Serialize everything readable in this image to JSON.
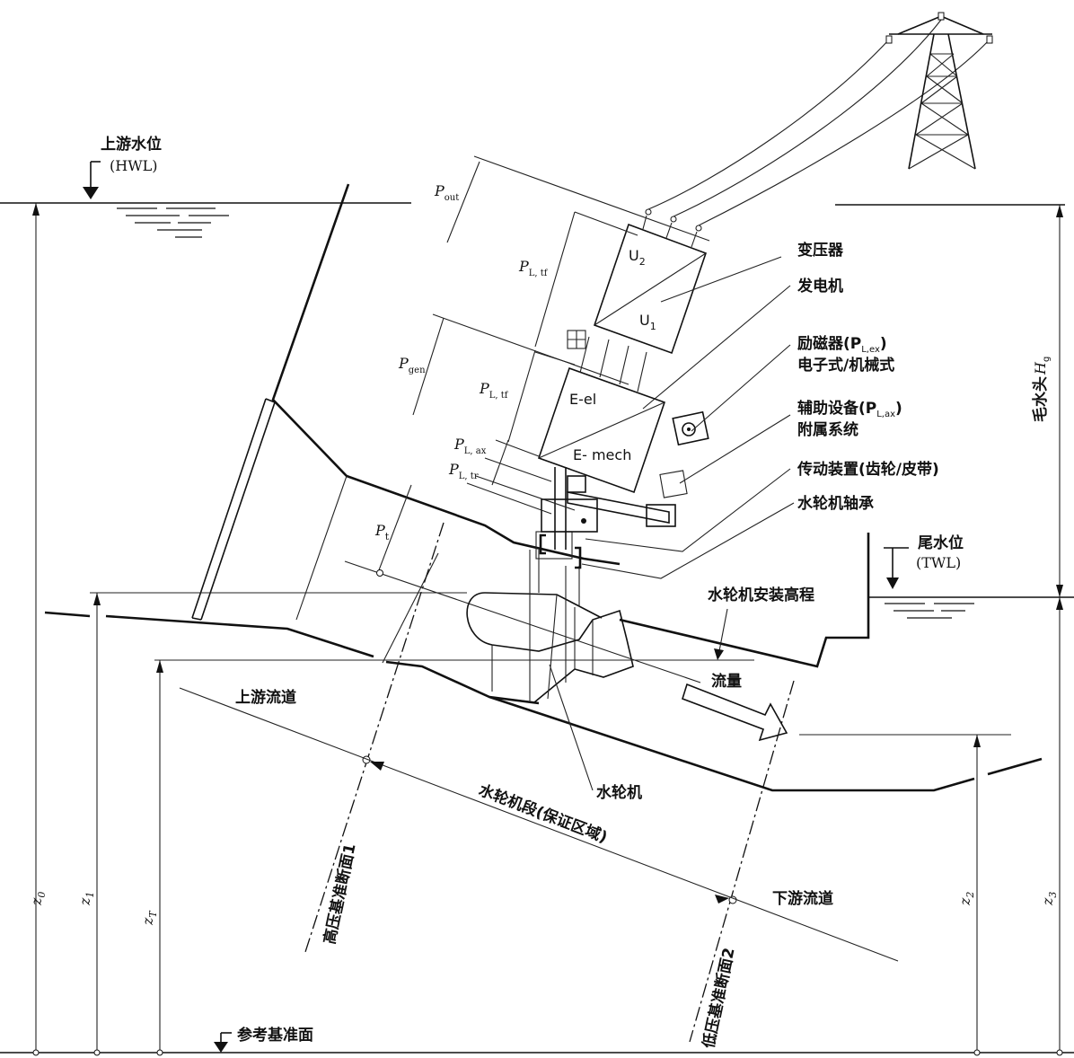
{
  "labels": {
    "upstream_level": "上游水位",
    "hwl": "(HWL)",
    "tailwater_level": "尾水位",
    "twl": "(TWL)",
    "transformer": "变压器",
    "generator": "发电机",
    "exciter": "励磁器(P",
    "exciter_sub": "L,ex",
    "exciter_type": "电子式/机械式",
    "auxiliary": "辅助设备(P",
    "auxiliary_sub": "L,ax",
    "auxiliary_system": "附属系统",
    "transmission": "传动装置(齿轮/皮带)",
    "turbine_bearing": "水轮机轴承",
    "turbine_elevation": "水轮机安装高程",
    "flow": "流量",
    "upstream_channel": "上游流道",
    "turbine": "水轮机",
    "turbine_section": "水轮机段(保证区域)",
    "downstream_channel": "下游流道",
    "high_pressure_section": "高压基准断面1",
    "low_pressure_section": "低压基准断面2",
    "reference_datum": "参考基准面",
    "gross_head": "毛水头",
    "gross_head_symbol": "H",
    "gross_head_sub": "g"
  },
  "box_labels": {
    "u2": "U",
    "u2_sub": "2",
    "u1": "U",
    "u1_sub": "1",
    "e_el": "E-el",
    "e_mech": "E- mech"
  },
  "power_labels": {
    "p_out": "P",
    "p_out_sub": "out",
    "p_l_tf_top": "P",
    "p_l_tf_top_sub": "L, tf",
    "p_gen": "P",
    "p_gen_sub": "gen",
    "p_l_tf": "P",
    "p_l_tf_sub": "L, tf",
    "p_l_ax": "P",
    "p_l_ax_sub": "L, ax",
    "p_l_tr": "P",
    "p_l_tr_sub": "L, tr",
    "p_t": "P",
    "p_t_sub": "t"
  },
  "elevations": {
    "z0": "z",
    "z0_sub": "0",
    "z1": "z",
    "z1_sub": "1",
    "zt": "z",
    "zt_sub": "T",
    "z2": "z",
    "z2_sub": "2",
    "z3": "z",
    "z3_sub": "3"
  }
}
